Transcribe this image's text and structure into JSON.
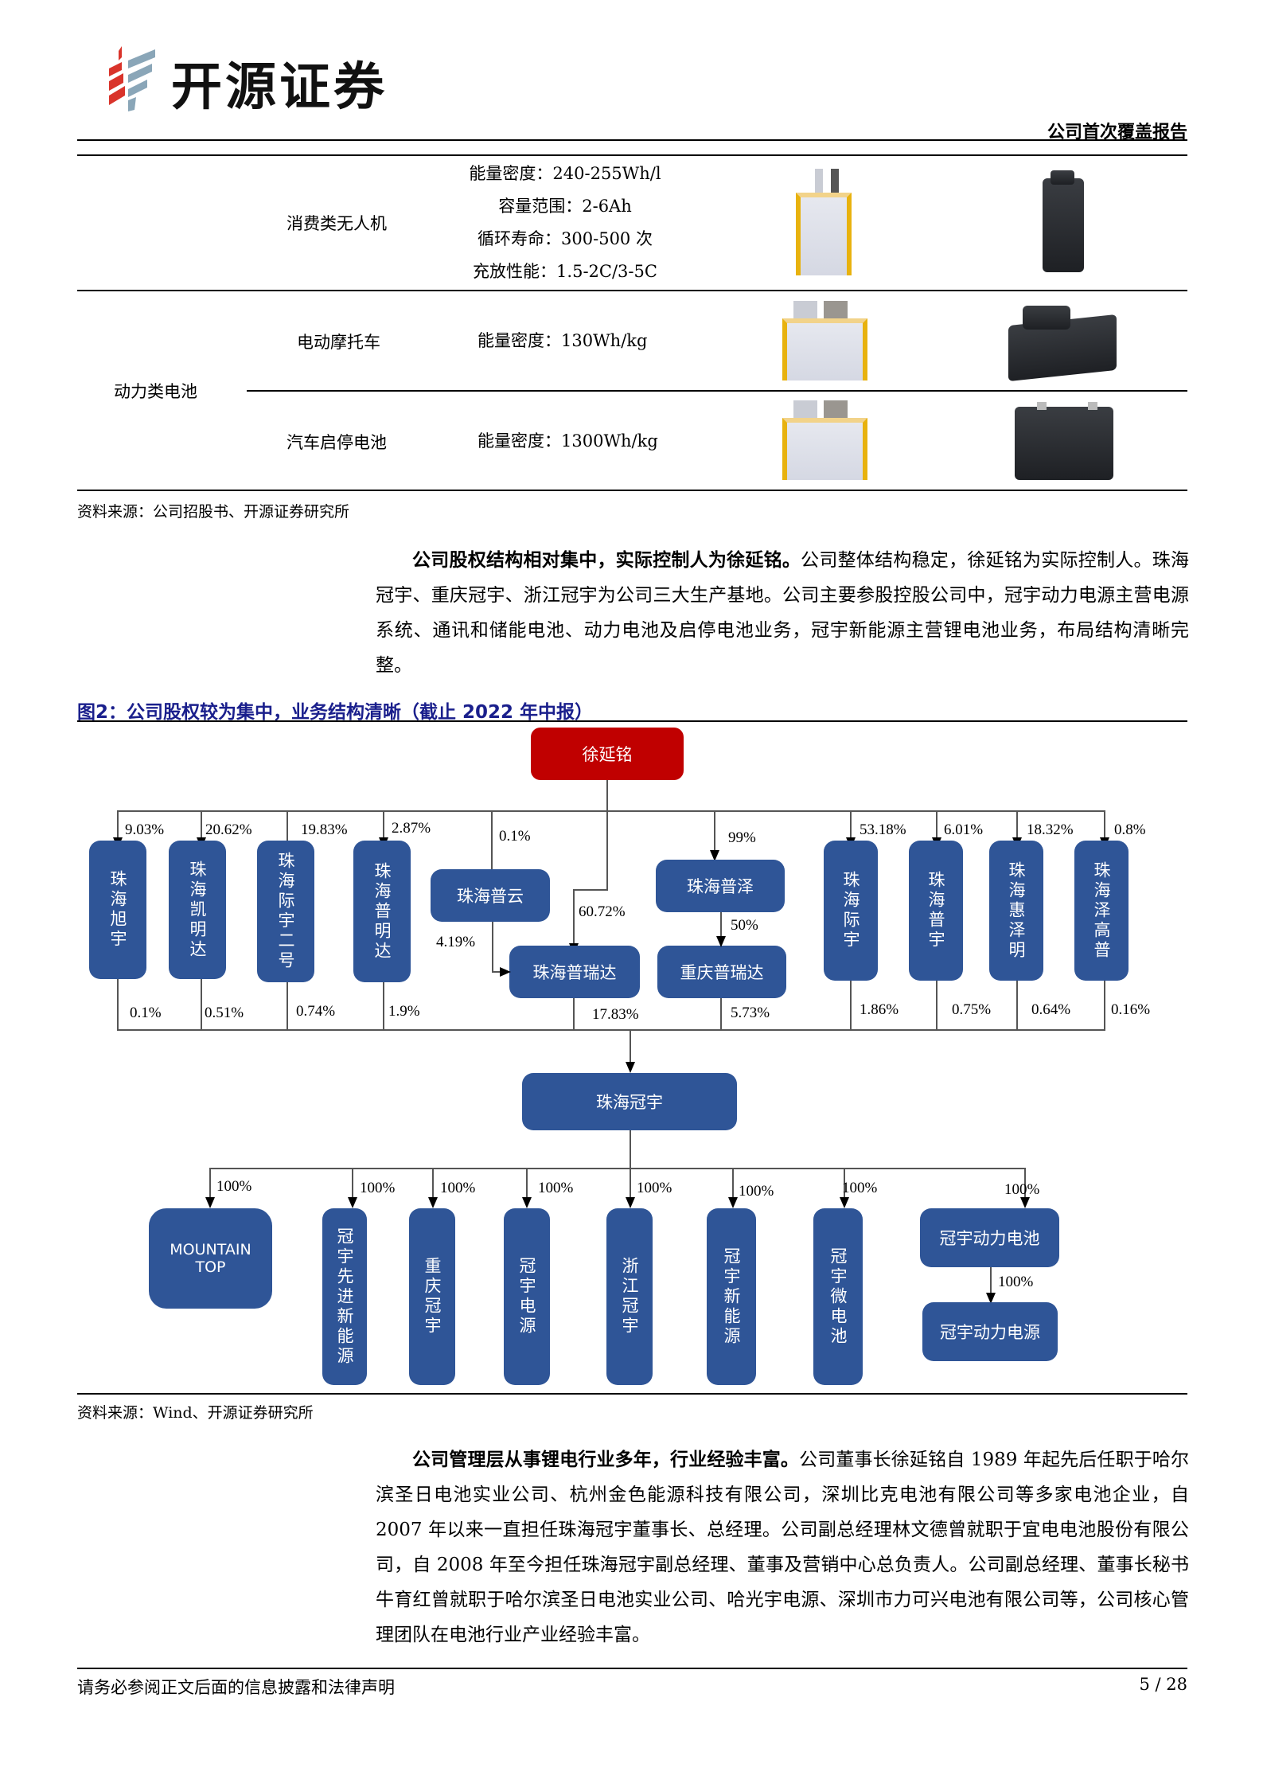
{
  "header": {
    "brand_name": "开源证券",
    "report_type": "公司首次覆盖报告"
  },
  "product_table": {
    "rows": [
      {
        "category": "",
        "application": "消费类无人机",
        "specs": [
          "能量密度：240-255Wh/l",
          "容量范围：2-6Ah",
          "循环寿命：300-500 次",
          "充放性能：1.5-2C/3-5C"
        ],
        "cell_image": "pouch-cell-thin-image",
        "pack_image": "drone-battery-pack-image"
      },
      {
        "category": "动力类电池",
        "application": "电动摩托车",
        "specs": [
          "能量密度：130Wh/kg"
        ],
        "cell_image": "pouch-cell-image",
        "pack_image": "motorcycle-battery-pack-image"
      },
      {
        "category": "动力类电池",
        "application": "汽车启停电池",
        "specs": [
          "能量密度：1300Wh/kg"
        ],
        "cell_image": "pouch-cell-image",
        "pack_image": "car-start-stop-battery-image"
      }
    ],
    "category_label": "动力类电池",
    "source": "资料来源：公司招股书、开源证券研究所"
  },
  "paragraph1": {
    "lead": "公司股权结构相对集中，实际控制人为徐延铭。",
    "body": "公司整体结构稳定，徐延铭为实际控制人。珠海冠宇、重庆冠宇、浙江冠宇为公司三大生产基地。公司主要参股控股公司中，冠宇动力电源主营电源系统、通讯和储能电池、动力电池及启停电池业务，冠宇新能源主营锂电池业务，布局结构清晰完整。"
  },
  "figure": {
    "title": "图2：公司股权较为集中，业务结构清晰（截止 2022 年中报）",
    "source": "资料来源：Wind、开源证券研究所",
    "root": "徐延铭",
    "holders": [
      {
        "name": "珠海旭宇",
        "from_root": "9.03%",
        "to_target": "0.1%"
      },
      {
        "name": "珠海凯明达",
        "from_root": "20.62%",
        "to_target": "0.51%"
      },
      {
        "name": "珠海际宇二号",
        "from_root": "19.83%",
        "to_target": "0.74%"
      },
      {
        "name": "珠海普明达",
        "from_root": "2.87%",
        "to_target": "1.9%"
      },
      {
        "name": "珠海普云",
        "from_root": "0.1%",
        "to_puruida": "4.19%"
      },
      {
        "name": "珠海普瑞达",
        "from_root": "60.72%",
        "to_target": "17.83%"
      },
      {
        "name": "珠海普泽",
        "from_root": "99%",
        "to_chongqing_puruida": "50%"
      },
      {
        "name": "重庆普瑞达",
        "to_target": "5.73%"
      },
      {
        "name": "珠海际宇",
        "from_root": "53.18%",
        "to_target": "1.86%"
      },
      {
        "name": "珠海普宇",
        "from_root": "6.01%",
        "to_target": "0.75%"
      },
      {
        "name": "珠海惠泽明",
        "from_root": "18.32%",
        "to_target": "0.64%"
      },
      {
        "name": "珠海泽高普",
        "from_root": "0.8%",
        "to_target": "0.16%"
      }
    ],
    "target": "珠海冠宇",
    "subsidiaries": [
      {
        "name": "MOUNTAIN TOP",
        "pct": "100%"
      },
      {
        "name": "冠宇先进新能源",
        "pct": "100%"
      },
      {
        "name": "重庆冠宇",
        "pct": "100%"
      },
      {
        "name": "冠宇电源",
        "pct": "100%"
      },
      {
        "name": "浙江冠宇",
        "pct": "100%"
      },
      {
        "name": "冠宇新能源",
        "pct": "100%"
      },
      {
        "name": "冠宇微电池",
        "pct": "100%"
      },
      {
        "name": "冠宇动力电池",
        "pct": "100%"
      },
      {
        "name": "冠宇动力电源",
        "pct": "100%"
      }
    ],
    "colors": {
      "root": "#c00000",
      "node": "#2f5597"
    }
  },
  "paragraph2": {
    "lead": "公司管理层从事锂电行业多年，行业经验丰富。",
    "body": "公司董事长徐延铭自 1989 年起先后任职于哈尔滨圣日电池实业公司、杭州金色能源科技有限公司，深圳比克电池有限公司等多家电池企业，自 2007 年以来一直担任珠海冠宇董事长、总经理。公司副总经理林文德曾就职于宜电电池股份有限公司，自 2008 年至今担任珠海冠宇副总经理、董事及营销中心总负责人。公司副总经理、董事长秘书牛育红曾就职于哈尔滨圣日电池实业公司、哈光宇电源、深圳市力可兴电池有限公司等，公司核心管理团队在电池行业产业经验丰富。"
  },
  "footer": {
    "disclaimer": "请务必参阅正文后面的信息披露和法律声明",
    "page": "5 / 28"
  }
}
